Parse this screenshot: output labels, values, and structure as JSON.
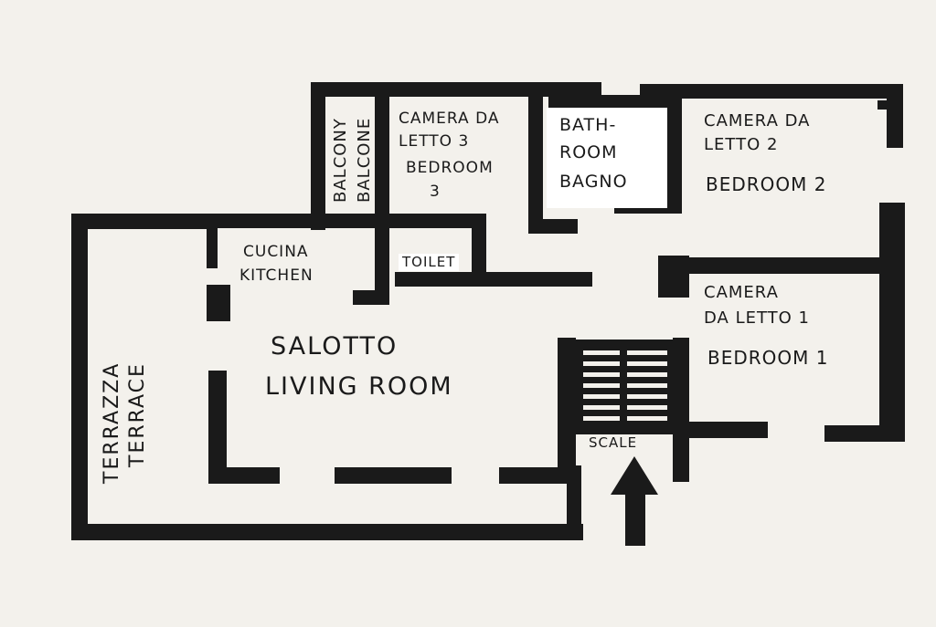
{
  "labels": {
    "balcony": "BALCONY",
    "balcone": "BALCONE",
    "camera_3": "CAMERA DA",
    "letto_3": "LETTO 3",
    "bedroom_3": "BEDROOM",
    "bedroom_3_num": "3",
    "bath": "BATH-",
    "room": "ROOM",
    "bagno": "BAGNO",
    "camera_2": "CAMERA DA",
    "letto_2": "LETTO 2",
    "bedroom_2": "BEDROOM 2",
    "cucina": "CUCINA",
    "kitchen": "KITCHEN",
    "toilet": "TOILET",
    "camera_1": "CAMERA",
    "letto_1": "DA LETTO 1",
    "bedroom_1": "BEDROOM 1",
    "terrazza": "TERRAZZA",
    "terrace": "TERRACE",
    "salotto": "SALOTTO",
    "living_room": "LIVING ROOM",
    "scale": "SCALE"
  },
  "colors": {
    "wall": "#1a1a1a",
    "paper": "#f3f1ec",
    "white_fill": "#ffffff"
  },
  "icons": {
    "entrance": "arrow-up-icon",
    "stairs": "stairs-icon"
  }
}
